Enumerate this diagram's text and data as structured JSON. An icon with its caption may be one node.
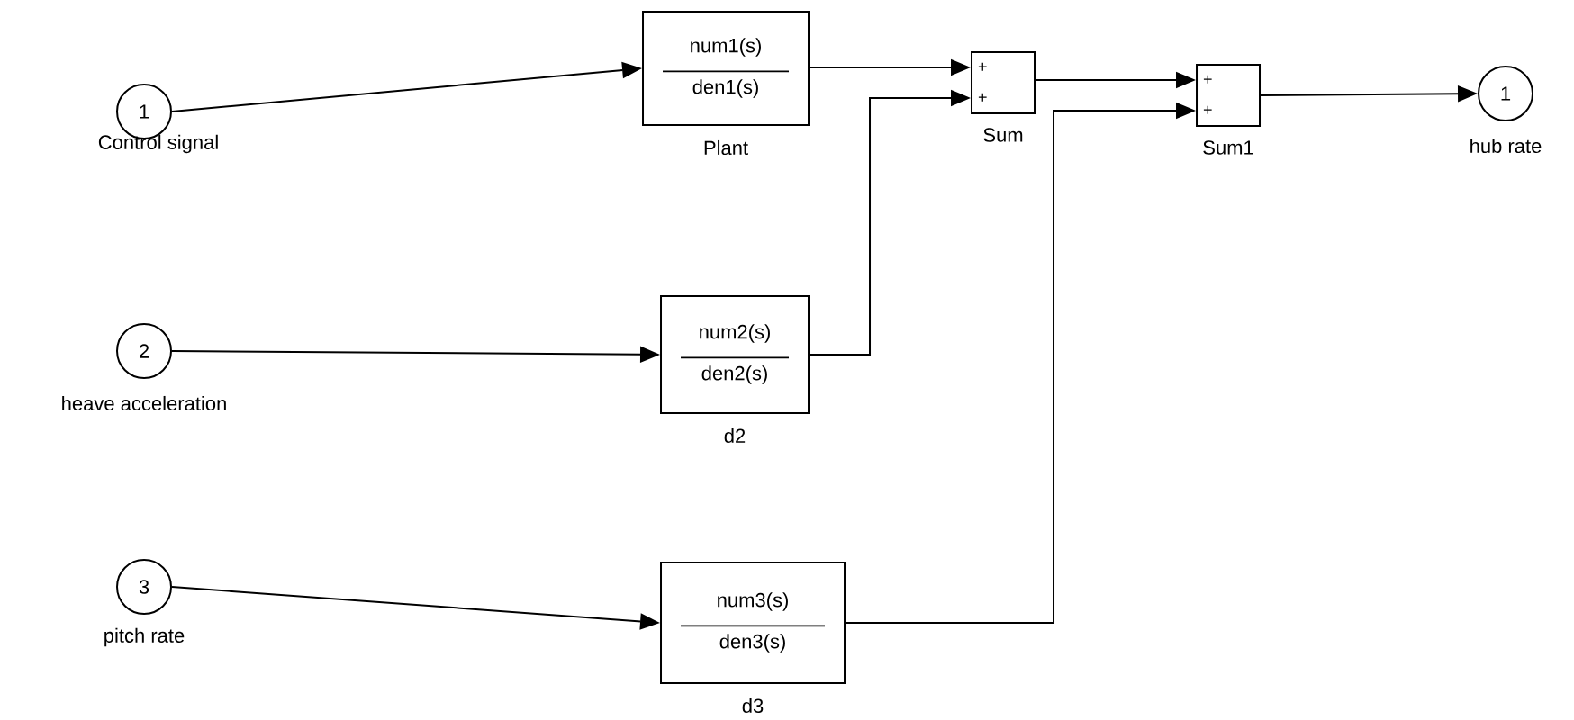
{
  "diagram": {
    "nodes": [
      {
        "text": [
          "1"
        ],
        "beside": [
          "Control signal"
        ]
      },
      {
        "text": [
          "2"
        ],
        "beside": [
          "heave acceleration"
        ]
      },
      {
        "text": [
          "3"
        ],
        "beside": [
          "pitch rate"
        ]
      },
      {
        "text": [
          "num1(s)",
          "den1(s)"
        ],
        "beside": [
          "Plant"
        ]
      },
      {
        "text": [
          "num2(s)",
          "den2(s)"
        ],
        "beside": [
          "d2"
        ]
      },
      {
        "text": [
          "num3(s)",
          "den3(s)"
        ],
        "beside": [
          "d3"
        ]
      },
      {
        "text": [
          "+",
          "+"
        ],
        "beside": [
          "Sum"
        ]
      },
      {
        "text": [
          "+",
          "+"
        ],
        "beside": [
          "Sum1"
        ]
      },
      {
        "text": [
          "1"
        ],
        "beside": [
          "hub rate"
        ]
      }
    ],
    "edges": [
      {
        "from": 0,
        "to": 3,
        "arrow": "to"
      },
      {
        "from": 1,
        "to": 4,
        "arrow": "to"
      },
      {
        "from": 2,
        "to": 5,
        "arrow": "to"
      },
      {
        "from": 3,
        "to": 6,
        "arrow": "to"
      },
      {
        "from": 4,
        "to": 6,
        "arrow": "to"
      },
      {
        "from": 6,
        "to": 7,
        "arrow": "to"
      },
      {
        "from": 5,
        "to": 7,
        "arrow": "to"
      },
      {
        "from": 7,
        "to": 8,
        "arrow": "to"
      }
    ]
  }
}
